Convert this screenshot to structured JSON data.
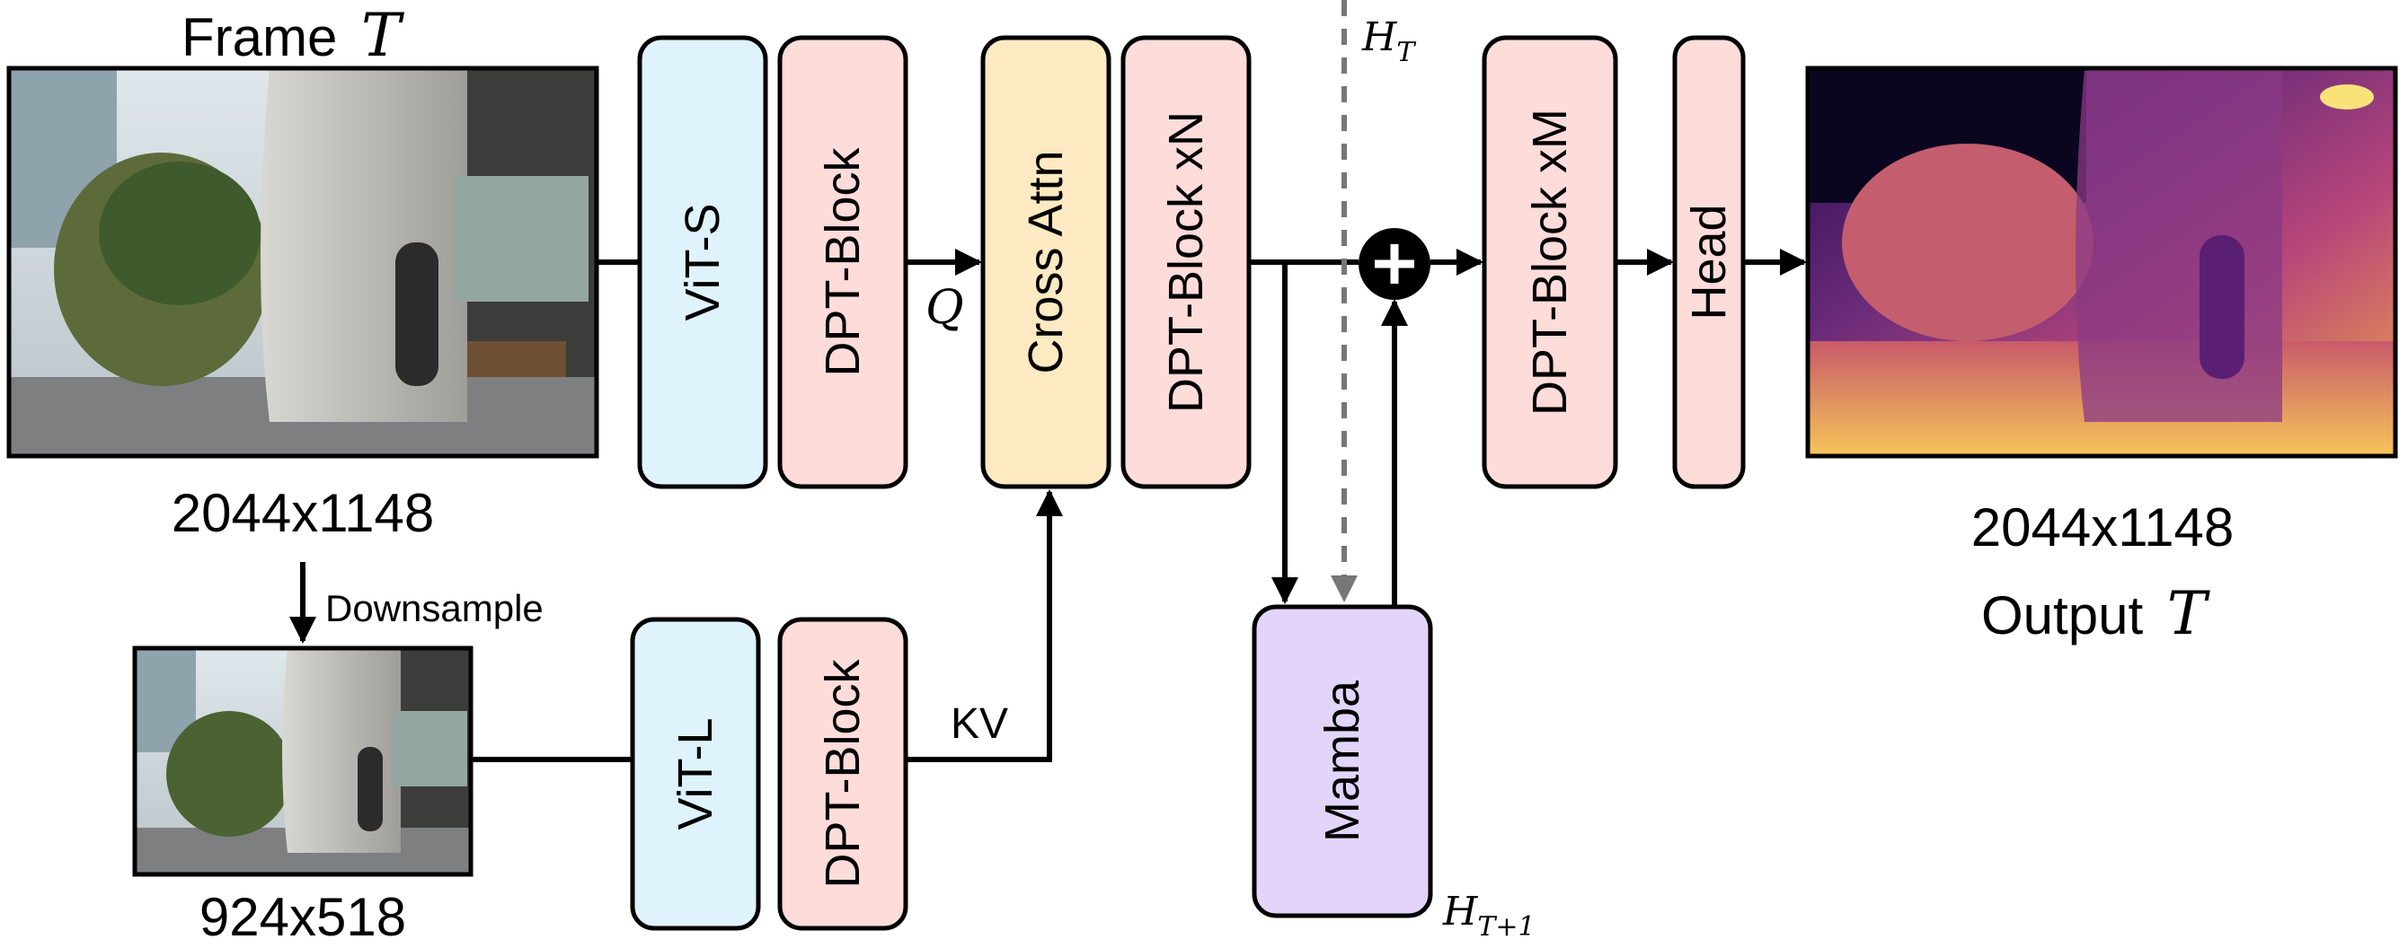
{
  "input": {
    "title": "Frame",
    "title_var": "T",
    "resolution": "2044x1148",
    "downsample_label": "Downsample",
    "small_resolution": "924x518"
  },
  "blocks": {
    "vit_s": "ViT-S",
    "dpt_top": "DPT-Block",
    "cross_attn": "Cross Attn",
    "dpt_xn": "DPT-Block xN",
    "dpt_xm": "DPT-Block xM",
    "head": "Head",
    "vit_l": "ViT-L",
    "dpt_bottom": "DPT-Block",
    "mamba": "Mamba"
  },
  "edge_labels": {
    "q": "Q",
    "kv": "KV",
    "h_t": "H",
    "h_t_sub": "T",
    "h_t1": "H",
    "h_t1_sub": "T+1"
  },
  "output": {
    "resolution": "2044x1148",
    "title": "Output",
    "title_var": "T"
  },
  "colors": {
    "vit": "#dff3fd",
    "dpt": "#fddcda",
    "cross_attn": "#fde9c2",
    "mamba": "#e3d5fa",
    "hidden_state": "#777777"
  }
}
